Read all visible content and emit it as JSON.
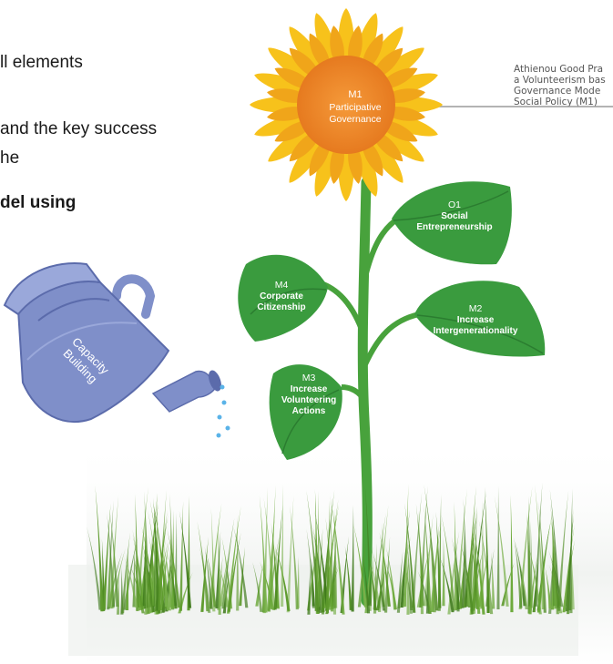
{
  "document_text": {
    "line1": "ll elements",
    "line2": " and the key success",
    "line3": "he",
    "line4": "del using"
  },
  "callout": {
    "lines": [
      "Athienou Good Pra",
      "a Volunteerism bas",
      "Governance Mode",
      "Social Policy (M1)"
    ]
  },
  "flower": {
    "code": "M1",
    "line1": "Participative",
    "line2": "Governance"
  },
  "leaves": [
    {
      "code": "O1",
      "line1": "Social",
      "line2": "Entrepreneurship",
      "line3": ""
    },
    {
      "code": "M4",
      "line1": "Corporate",
      "line2": "Citizenship",
      "line3": ""
    },
    {
      "code": "M2",
      "line1": "Increase",
      "line2": "Intergenerationality",
      "line3": ""
    },
    {
      "code": "M3",
      "line1": "Increase",
      "line2": "Volunteering",
      "line3": "Actions"
    }
  ],
  "watering_can": {
    "line1": "Capacity",
    "line2": "Building"
  },
  "colors": {
    "petal": "#f7c21b",
    "petal_dark": "#f0a51a",
    "center": "#f08a2a",
    "leaf": "#3a9b3e",
    "leaf_dark": "#2b7d30",
    "stem": "#48a23c",
    "can": "#7f8fc9",
    "can_dark": "#5b6bab",
    "grass": "#5d9a2c",
    "water": "#5ab3e8"
  }
}
